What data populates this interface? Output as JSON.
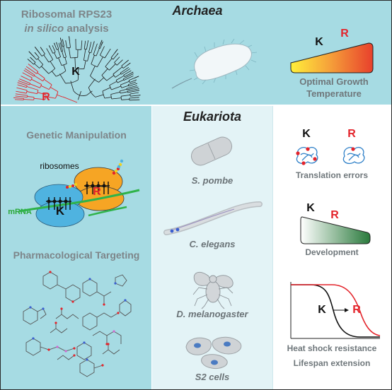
{
  "top": {
    "title": "Archaea",
    "analysis_line1": "Ribosomal RPS23",
    "analysis_line2_italic": "in silico",
    "analysis_line2_rest": " analysis",
    "tree_k": "K",
    "tree_r": "R",
    "temp_k": "K",
    "temp_r": "R",
    "temp_label_line1": "Optimal Growth",
    "temp_label_line2": "Temperature"
  },
  "left": {
    "genetic_title": "Genetic Manipulation",
    "ribosomes_label": "ribosomes",
    "mrna_label": "mRNA",
    "ribo_r": "R",
    "ribo_k": "K",
    "pharma_title": "Pharmacological Targeting"
  },
  "middle": {
    "title": "Eukariota",
    "organisms": [
      "S. pombe",
      "C. elegans",
      "D. melanogaster",
      "S2 cells"
    ]
  },
  "right": {
    "errors_k": "K",
    "errors_r": "R",
    "errors_label": "Translation errors",
    "dev_k": "K",
    "dev_r": "R",
    "dev_label": "Development",
    "curve_k": "K",
    "curve_r": "R",
    "heat_label": "Heat shock resistance",
    "lifespan_label": "Lifespan extension"
  },
  "colors": {
    "top_bg": "#a6dbe3",
    "left_bg": "#a6dbe3",
    "mid_bg": "#e3f3f6",
    "right_bg": "#ffffff",
    "red": "#e3242b",
    "green": "#2a7a3c"
  }
}
